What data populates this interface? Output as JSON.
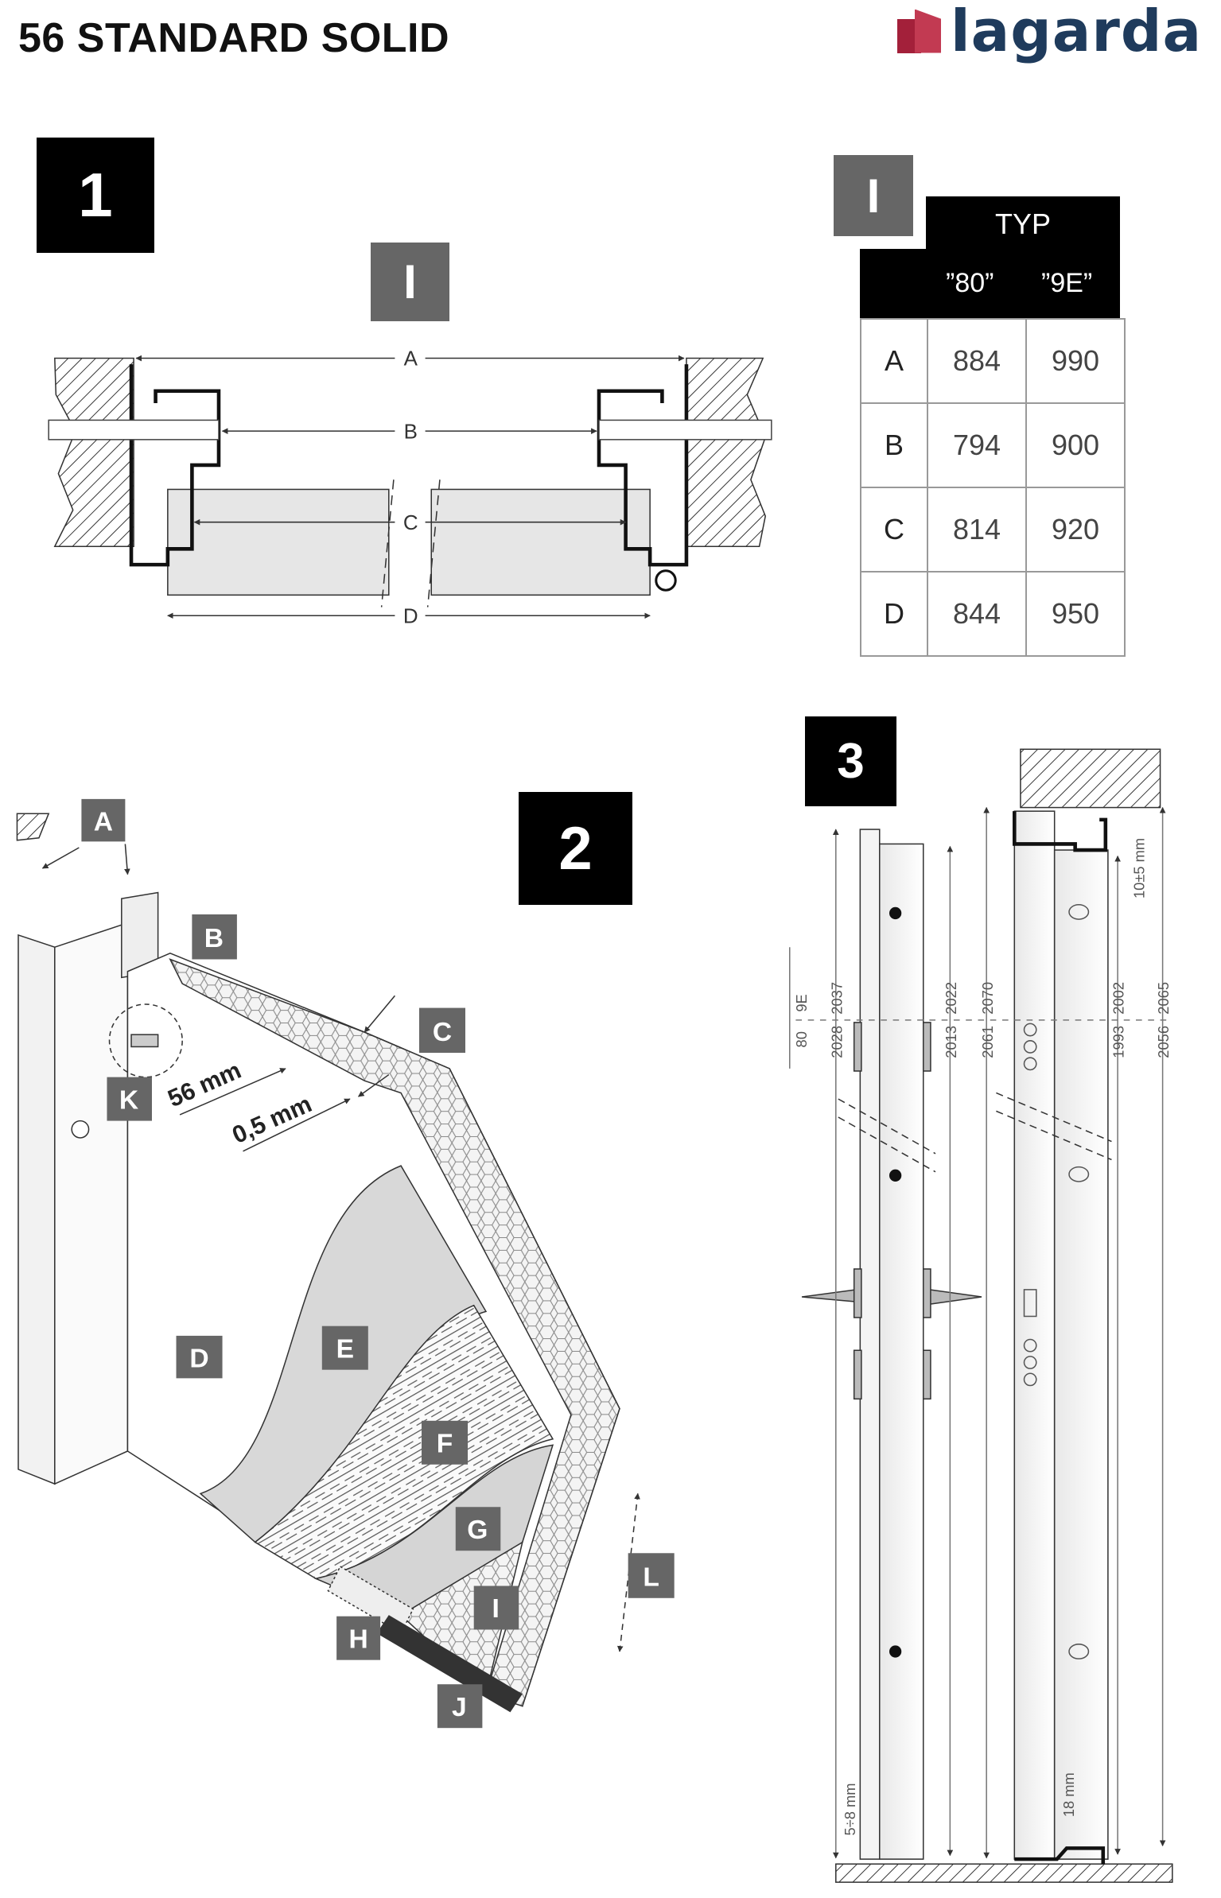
{
  "header": {
    "title": "56 STANDARD SOLID",
    "logo_text": "lagarda",
    "logo_color": "#1f3b5c",
    "logo_mark_color": "#a3203a"
  },
  "section1": {
    "number": "1",
    "view_label": "I",
    "dim_labels": [
      "A",
      "B",
      "C",
      "D"
    ]
  },
  "table": {
    "view_label": "I",
    "header": "TYP",
    "columns": [
      "”80”",
      "”9E”"
    ],
    "rows": [
      {
        "key": "A",
        "v80": "884",
        "v9e": "990"
      },
      {
        "key": "B",
        "v80": "794",
        "v9e": "900"
      },
      {
        "key": "C",
        "v80": "814",
        "v9e": "920"
      },
      {
        "key": "D",
        "v80": "844",
        "v9e": "950"
      }
    ]
  },
  "section2": {
    "number": "2",
    "labels": {
      "A": "A",
      "B": "B",
      "C": "C",
      "D": "D",
      "E": "E",
      "F": "F",
      "G": "G",
      "H": "H",
      "I": "I",
      "J": "J",
      "K": "K",
      "L": "L"
    },
    "thickness": "56 mm",
    "sheet": "0,5 mm"
  },
  "section3": {
    "number": "3",
    "type_80": "80",
    "type_9e": "9E",
    "dims": {
      "frame_total": [
        "2028",
        "2037"
      ],
      "leaf": [
        "2013",
        "2022"
      ],
      "opening": [
        "2061",
        "2070"
      ],
      "leaf_right": [
        "1993",
        "2002"
      ],
      "frame_right": [
        "2056",
        "2065"
      ],
      "top_gap": "10±5 mm",
      "bottom_gap": "5÷8 mm",
      "threshold": "18 mm"
    }
  }
}
